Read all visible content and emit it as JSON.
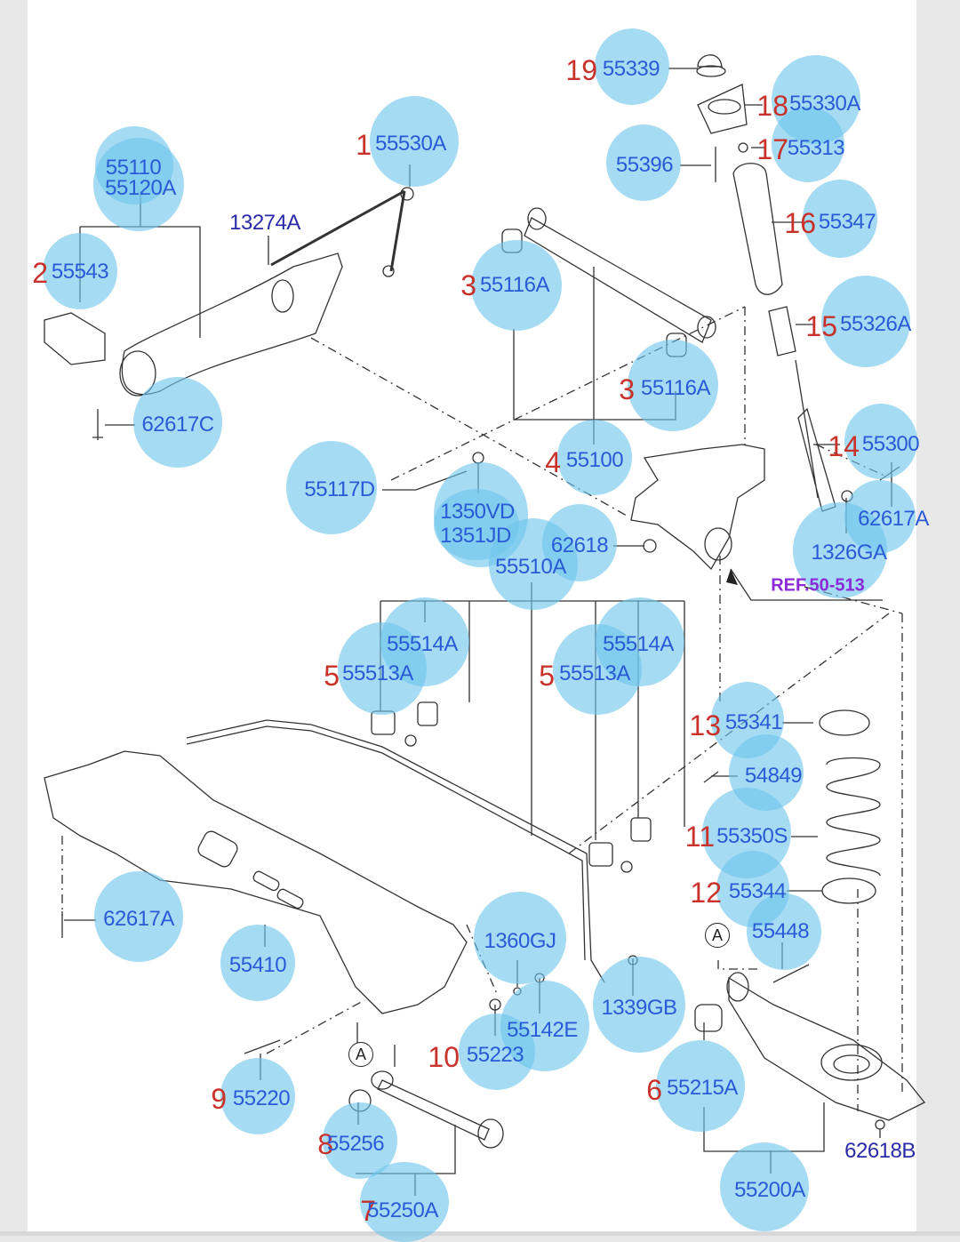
{
  "diagram": {
    "title": "Rear Suspension Parts Diagram",
    "callouts": [
      {
        "index": "1",
        "code": "55530A"
      },
      {
        "index": "",
        "code": "55110"
      },
      {
        "index": "",
        "code": "55120A"
      },
      {
        "index": "2",
        "code": "55543"
      },
      {
        "index": "",
        "code": "13274A"
      },
      {
        "index": "",
        "code": "62617C"
      },
      {
        "index": "3",
        "code": "55116A"
      },
      {
        "index": "3",
        "code": "55116A"
      },
      {
        "index": "4",
        "code": "55100"
      },
      {
        "index": "",
        "code": "55117D"
      },
      {
        "index": "",
        "code": "1350VD"
      },
      {
        "index": "",
        "code": "1351JD"
      },
      {
        "index": "",
        "code": "62618"
      },
      {
        "index": "",
        "code": "55510A"
      },
      {
        "index": "5",
        "code": "55513A"
      },
      {
        "index": "",
        "code": "55514A"
      },
      {
        "index": "5",
        "code": "55513A"
      },
      {
        "index": "",
        "code": "55514A"
      },
      {
        "index": "19",
        "code": "55339"
      },
      {
        "index": "18",
        "code": "55330A"
      },
      {
        "index": "17",
        "code": "55313"
      },
      {
        "index": "",
        "code": "55396"
      },
      {
        "index": "16",
        "code": "55347"
      },
      {
        "index": "15",
        "code": "55326A"
      },
      {
        "index": "14",
        "code": "55300"
      },
      {
        "index": "",
        "code": "62617A"
      },
      {
        "index": "",
        "code": "1326GA"
      },
      {
        "index": "13",
        "code": "55341"
      },
      {
        "index": "",
        "code": "54849"
      },
      {
        "index": "11",
        "code": "55350S"
      },
      {
        "index": "12",
        "code": "55344"
      },
      {
        "index": "",
        "code": "55448"
      },
      {
        "index": "",
        "code": "62617A"
      },
      {
        "index": "",
        "code": "55410"
      },
      {
        "index": "",
        "code": "1360GJ"
      },
      {
        "index": "",
        "code": "55142E"
      },
      {
        "index": "10",
        "code": "55223"
      },
      {
        "index": "",
        "code": "1339GB"
      },
      {
        "index": "9",
        "code": "55220"
      },
      {
        "index": "8",
        "code": "55256"
      },
      {
        "index": "7",
        "code": "55250A"
      },
      {
        "index": "6",
        "code": "55215A"
      },
      {
        "index": "",
        "code": "55200A"
      },
      {
        "index": "",
        "code": "62618B"
      }
    ],
    "reference": "REF.50-513",
    "marker_a": "A"
  }
}
